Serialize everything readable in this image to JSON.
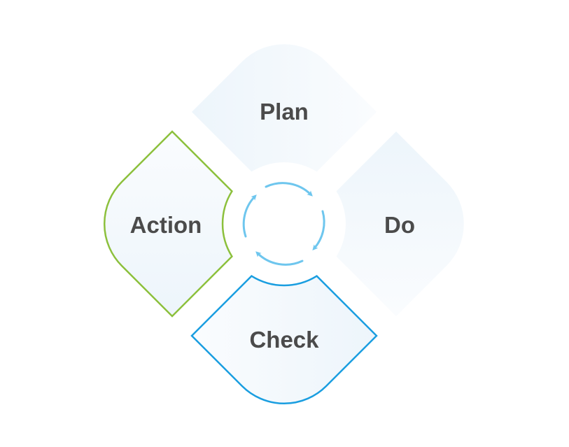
{
  "diagram": {
    "title": "PDCA cycle",
    "stages": [
      {
        "label": "Plan",
        "color": "#4a8aa8"
      },
      {
        "label": "Do",
        "color": "#f0a020"
      },
      {
        "label": "Check",
        "color": "#1a9ee0"
      },
      {
        "label": "Action",
        "color": "#8cc03c"
      }
    ],
    "arrow_color": "#6ec6ee",
    "fill_color": "#f1f7fc"
  }
}
